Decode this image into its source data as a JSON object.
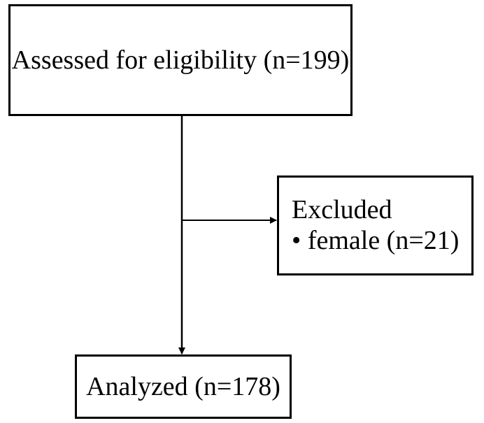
{
  "flowchart": {
    "assessed": {
      "label": "Assessed for eligibility (n=199)"
    },
    "excluded": {
      "title": "Excluded",
      "bullet": "•",
      "items": [
        "female (n=21)"
      ]
    },
    "analyzed": {
      "label": "Analyzed (n=178)"
    }
  },
  "colors": {
    "line": "#000000",
    "background": "#ffffff"
  }
}
